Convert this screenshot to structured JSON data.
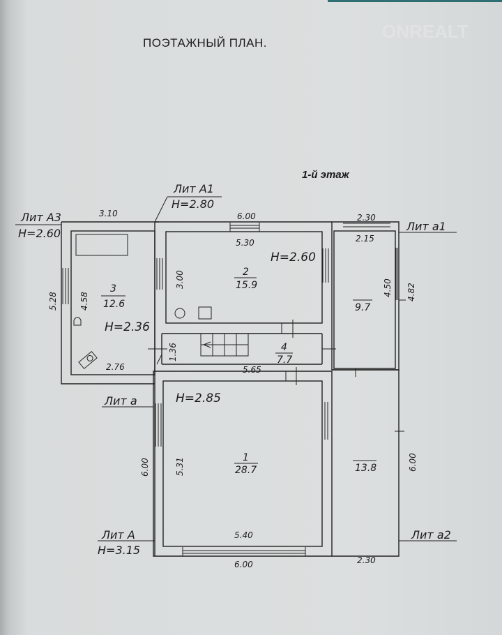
{
  "title": "ПОЭТАЖНЫЙ ПЛАН.",
  "floor_label": "1-й этаж",
  "watermark": "ONREALT",
  "lit_labels": [
    {
      "name": "Лит А3",
      "height": "H=2.60"
    },
    {
      "name": "Лит А1",
      "height": "H=2.80"
    },
    {
      "name": "Лит а1"
    },
    {
      "name": "Лит а"
    },
    {
      "name": "Лит А",
      "height": "H=3.15"
    },
    {
      "name": "Лит а2"
    }
  ],
  "rooms": [
    {
      "number": "3",
      "area": "12.6",
      "height": "H=2.36"
    },
    {
      "number": "2",
      "area": "15.9",
      "height": "H=2.60"
    },
    {
      "number": "",
      "area": "9.7"
    },
    {
      "number": "4",
      "area": "7.7"
    },
    {
      "number": "1",
      "area": "28.7",
      "height": "H=2.85"
    },
    {
      "number": "",
      "area": "13.8"
    }
  ],
  "dimensions": {
    "a3_top": "3.10",
    "a3_outer_side": "5.28",
    "room3_side": "4.58",
    "room3_bottom": "2.76",
    "a1_top": "6.00",
    "room2_top": "5.30",
    "room2_side": "3.00",
    "a1_ext_top": "2.30",
    "room97_top": "2.15",
    "room97_side": "4.50",
    "a1_ext_side": "4.82",
    "corridor_side": "1.36",
    "corridor_bottom": "5.65",
    "a_side": "6.00",
    "room1_side": "5.31",
    "room1_bottom": "5.40",
    "a_bottom": "6.00",
    "a2_side": "6.00",
    "a2_bottom": "2.30"
  }
}
